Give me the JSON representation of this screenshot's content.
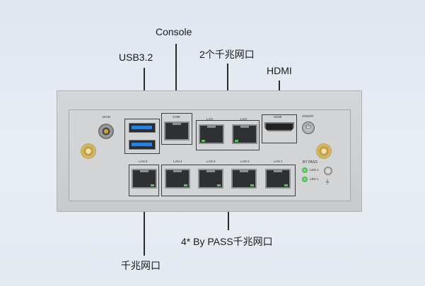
{
  "callouts": {
    "console": "Console",
    "usb": "USB3.2",
    "gige_pair": "2个千兆网口",
    "hdmi": "HDMI",
    "bypass": "4* By PASS千兆网口",
    "gige_single": "千兆网口"
  },
  "panel_labels": {
    "dcin": "DCIN",
    "com": "COM",
    "lan_top_1": "LAN",
    "lan_top_2": "LAN",
    "hdmi": "HDMI",
    "onoff": "ON/OFF",
    "lan5": "LAN 5",
    "lan4": "LAN 4",
    "lan3": "LAN 3",
    "lan2": "LAN 2",
    "lan1": "LAN 1",
    "bypass": "BY PASS",
    "led2": "LED 2",
    "led1": "LED 1"
  },
  "colors": {
    "usb_port": "#2f7fd6",
    "led": "#2e9a3a",
    "antenna": "#b9953f"
  }
}
